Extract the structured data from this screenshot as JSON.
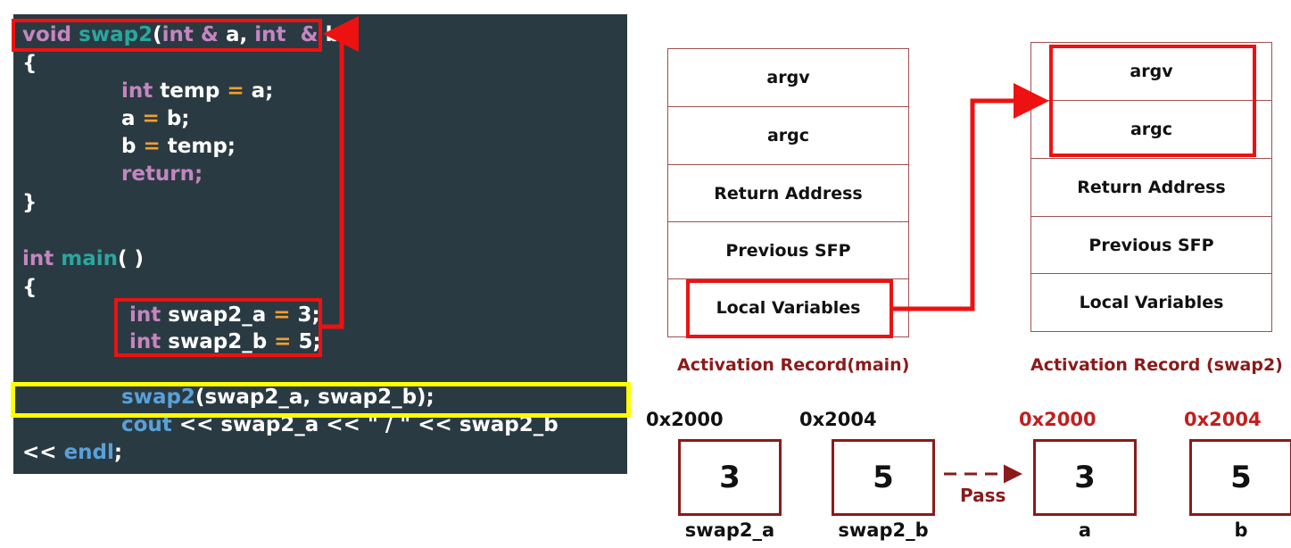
{
  "code": {
    "func_sig": {
      "kw_void": "void",
      "fn_name": "swap2",
      "p1": "(",
      "kw_int1": "int",
      "amp1": "&",
      "a": " a, ",
      "kw_int2": "int",
      "amp2": "&",
      "b": " b)"
    },
    "brace_open_1": "{",
    "temp_line": {
      "kw": "int",
      "rest1": " temp ",
      "eq": "=",
      "rest2": " a;"
    },
    "a_line": {
      "t1": "a ",
      "eq": "=",
      "t2": " b;"
    },
    "b_line": {
      "t1": "b ",
      "eq": "=",
      "t2": " temp;"
    },
    "return_line": "return;",
    "brace_close_1": "}",
    "main_sig": {
      "kw": "int",
      "fn": "main",
      "rest": "( )"
    },
    "brace_open_2": "{",
    "decl_a": {
      "kw": "int",
      "t1": " swap2_a ",
      "eq": "=",
      "t2": " 3;"
    },
    "decl_b": {
      "kw": "int",
      "t1": " swap2_b ",
      "eq": "=",
      "t2": " 5;"
    },
    "call_line": {
      "fn": "swap2",
      "rest": "(swap2_a, swap2_b);"
    },
    "cout_line": {
      "kw": "cout",
      "rest": " << swap2_a << \" / \" << swap2_b"
    },
    "endl_line": {
      "t1": "<< ",
      "kw": "endl",
      "t2": ";"
    }
  },
  "main_record": {
    "cells": [
      "argv",
      "argc",
      "Return Address",
      "Previous SFP",
      "Local Variables"
    ],
    "label": "Activation Record(main)"
  },
  "swap2_record": {
    "cells": [
      "argv",
      "argc",
      "Return Address",
      "Previous SFP",
      "Local Variables"
    ],
    "label": "Activation Record (swap2)"
  },
  "memory": {
    "main_a": {
      "address": "0x2000",
      "value": "3",
      "name": "swap2_a"
    },
    "main_b": {
      "address": "0x2004",
      "value": "5",
      "name": "swap2_b"
    },
    "swap_a": {
      "address": "0x2000",
      "value": "3",
      "name": "a"
    },
    "swap_b": {
      "address": "0x2004",
      "value": "5",
      "name": "b"
    },
    "pass_label": "Pass"
  },
  "colors": {
    "highlight_red": "#ee1111",
    "highlight_yellow": "#ffff00",
    "label_dark_red": "#8b1a1a",
    "code_bg": "#2a3a42"
  }
}
